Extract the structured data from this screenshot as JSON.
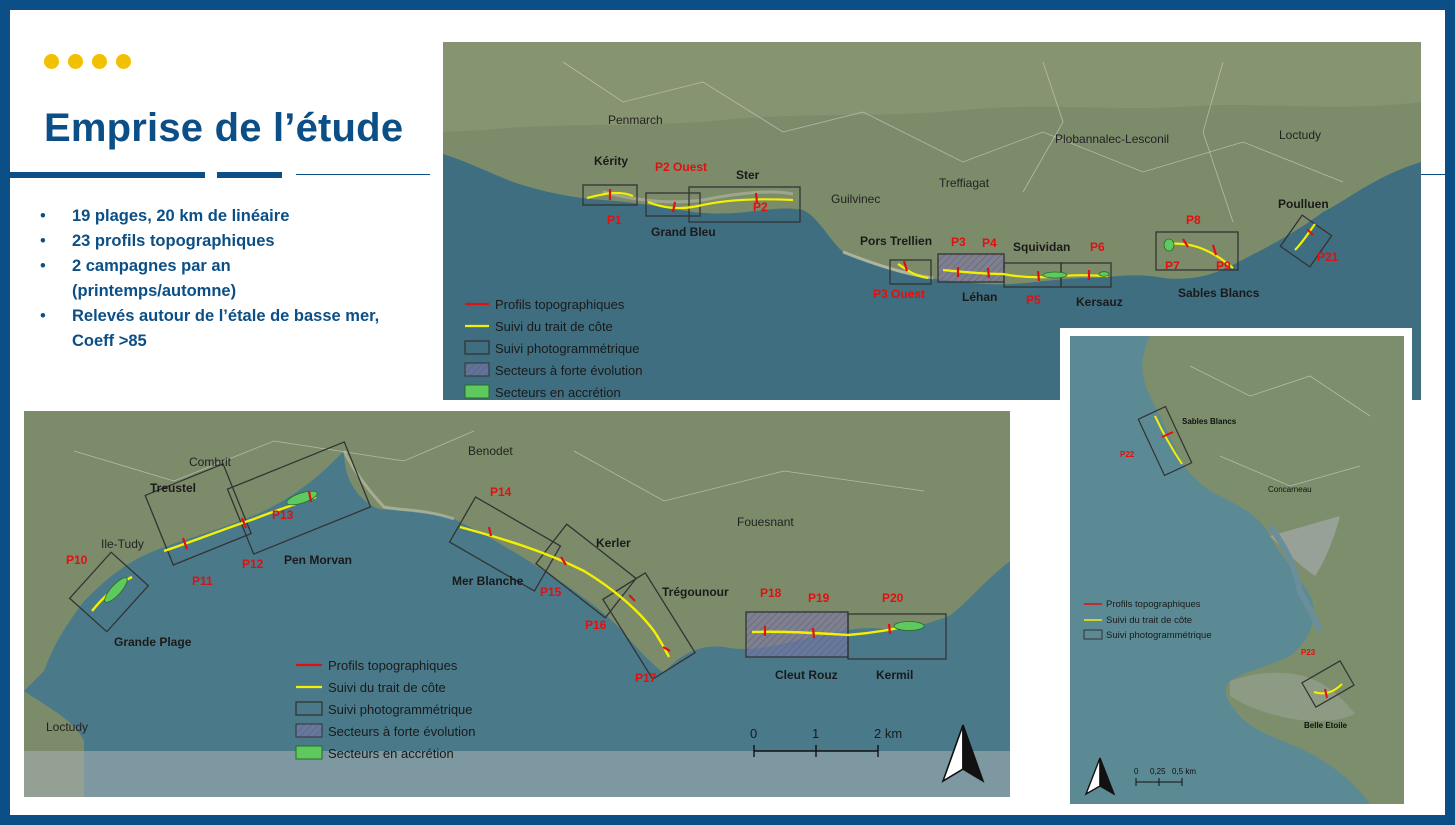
{
  "title": "Emprise de l’étude",
  "bullets": [
    "19 plages, 20 km de linéaire",
    "23 profils topographiques",
    "2 campagnes par an",
    "(printemps/automne)",
    "Relevés autour de l’étale de basse mer,",
    "Coeff >85"
  ],
  "colors": {
    "brand": "#0b4f86",
    "accent": "#f2c000",
    "profile": "#e01010",
    "coast": "#f4f000",
    "accretion": "#5ec95e"
  },
  "legend": {
    "profils": "Profils topographiques",
    "trait": "Suivi du trait de côte",
    "photo": "Suivi photogrammétrique",
    "forte": "Secteurs à forte évolution",
    "accretion": "Secteurs en accrétion"
  },
  "map1": {
    "places": [
      "Penmarch",
      "Guilvinec",
      "Treffiagat",
      "Plobannalec-Lesconil",
      "Loctudy"
    ],
    "beaches": [
      "Kérity",
      "Ster",
      "Grand Bleu",
      "Pors Trellien",
      "Squividan",
      "Léhan",
      "Kersauz",
      "Sables Blancs",
      "Poulluen"
    ],
    "profiles": [
      "P2 Ouest",
      "P1",
      "P2",
      "P3",
      "P4",
      "P6",
      "P3 Ouest",
      "P5",
      "P8",
      "P7",
      "P9",
      "P21"
    ]
  },
  "map2": {
    "places": [
      "Combrit",
      "Benodet",
      "Fouesnant",
      "Ile-Tudy",
      "Loctudy"
    ],
    "beaches": [
      "Treustel",
      "Pen Morvan",
      "Kerler",
      "Mer Blanche",
      "Trégounour",
      "Grande Plage",
      "Cleut Rouz",
      "Kermil"
    ],
    "profiles": [
      "P14",
      "P13",
      "P10",
      "P11",
      "P12",
      "P15",
      "P16",
      "P17",
      "P18",
      "P19",
      "P20"
    ],
    "scale": [
      "0",
      "1",
      "2 km"
    ]
  },
  "map3": {
    "places": [
      "Sables Blancs",
      "Concarneau",
      "Belle Etoile"
    ],
    "profiles": [
      "P22",
      "P23"
    ],
    "legend": [
      "Profils topographiques",
      "Suivi du trait de côte",
      "Suivi photogrammétrique"
    ],
    "scale": [
      "0",
      "0,25",
      "0,5 km"
    ]
  }
}
